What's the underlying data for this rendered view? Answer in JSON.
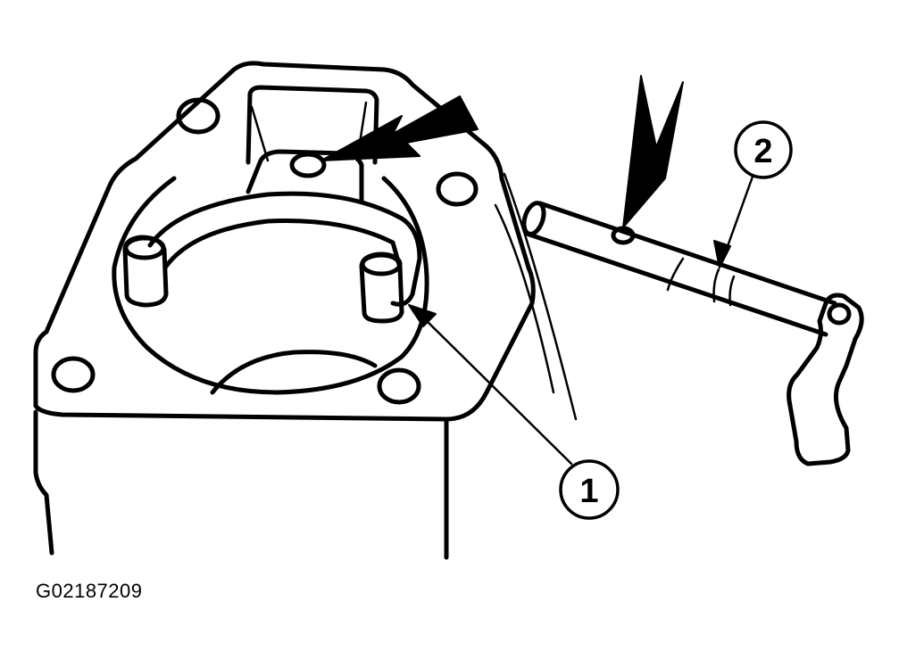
{
  "callouts": [
    {
      "id": "1",
      "label": "1"
    },
    {
      "id": "2",
      "label": "2"
    }
  ],
  "figure_id": "G02187209",
  "colors": {
    "ink": "#000000",
    "paper": "#ffffff"
  }
}
